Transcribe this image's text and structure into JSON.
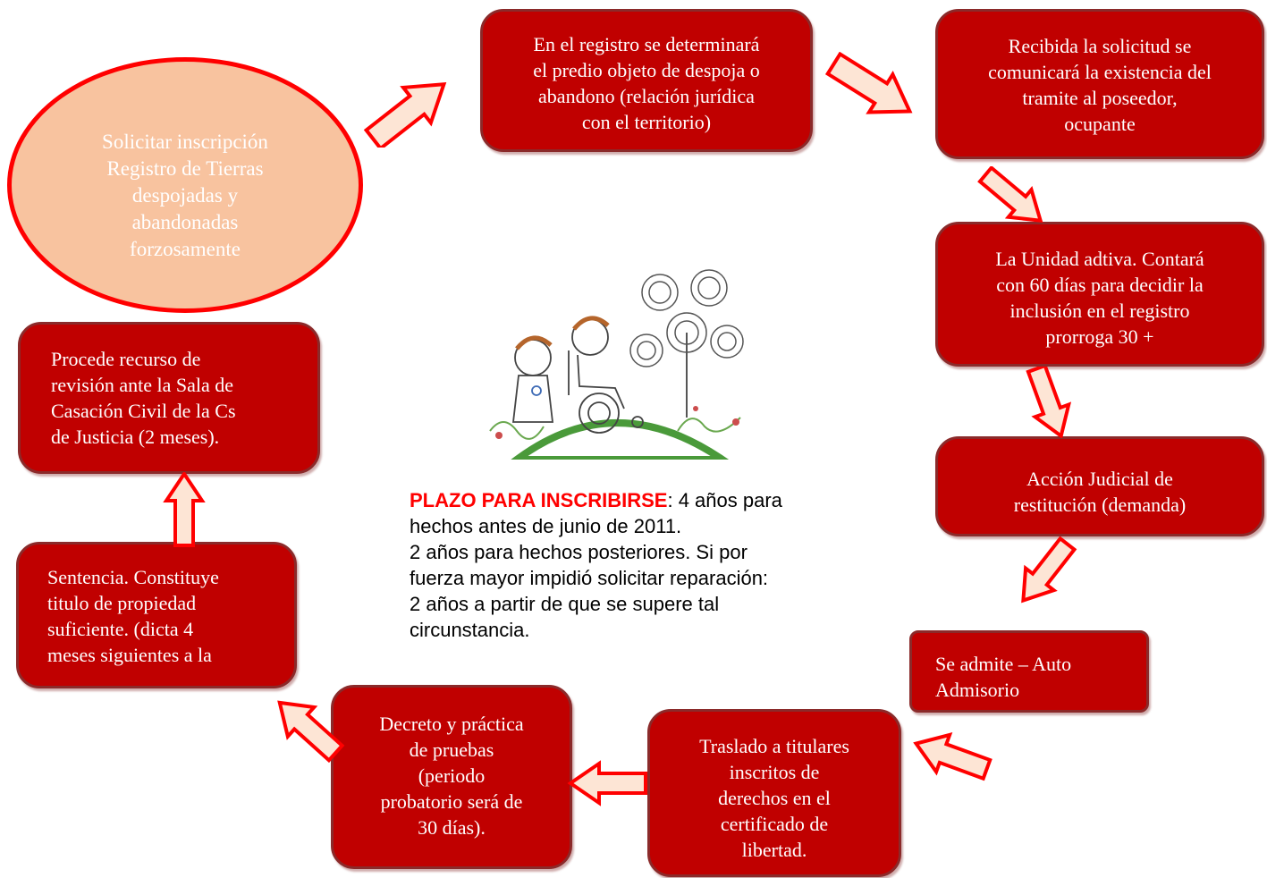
{
  "colors": {
    "box_fill": "#c00000",
    "box_border": "#8b2a2a",
    "oval_fill": "#f8c39f",
    "oval_border": "#ff0000",
    "arrow_fill": "#fde5d5",
    "arrow_stroke": "#ff0000",
    "deadline_highlight": "#ff0000"
  },
  "start": {
    "lines": [
      "Solicitar inscripción",
      "Registro de Tierras",
      "despojadas y",
      "abandonadas",
      "forzosamente"
    ]
  },
  "steps": {
    "registro": [
      "En el registro se determinará",
      "el predio objeto de despoja o",
      "abandono (relación jurídica",
      "con el territorio)"
    ],
    "comunicacion": [
      "Recibida la solicitud se",
      "comunicará la existencia del",
      "tramite al poseedor,",
      "ocupante"
    ],
    "unidad": [
      "La Unidad adtiva. Contará",
      "con 60 días para decidir la",
      "inclusión en el registro",
      "prorroga 30 +"
    ],
    "accion": [
      "Acción Judicial de",
      "restitución (demanda)"
    ],
    "admite": [
      "Se admite – Auto",
      "Admisorio"
    ],
    "traslado": [
      "Traslado a titulares",
      "inscritos de",
      "derechos en el",
      "certificado de",
      "libertad."
    ],
    "pruebas": [
      "Decreto y práctica",
      "de pruebas",
      "(periodo",
      "probatorio será de",
      "30 días)."
    ],
    "sentencia": [
      "Sentencia. Constituye",
      "titulo de propiedad",
      "suficiente. (dicta 4",
      "meses siguientes a la"
    ],
    "recurso": [
      "Procede recurso de",
      "revisión ante la Sala de",
      "Casación Civil de la Cs",
      "de Justicia (2 meses)."
    ]
  },
  "deadline": {
    "heading": "PLAZO PARA INSCRIBIRSE",
    "line1_rest": ": 4 años para",
    "lines": [
      "hechos antes de junio de 2011.",
      "2 años para hechos posteriores.  Si por",
      "fuerza mayor impidió solicitar reparación:",
      "2 años a partir de que se supere tal",
      "circunstancia."
    ]
  },
  "illustration": {
    "icon": "children-wheelchair-tree-illustration"
  }
}
